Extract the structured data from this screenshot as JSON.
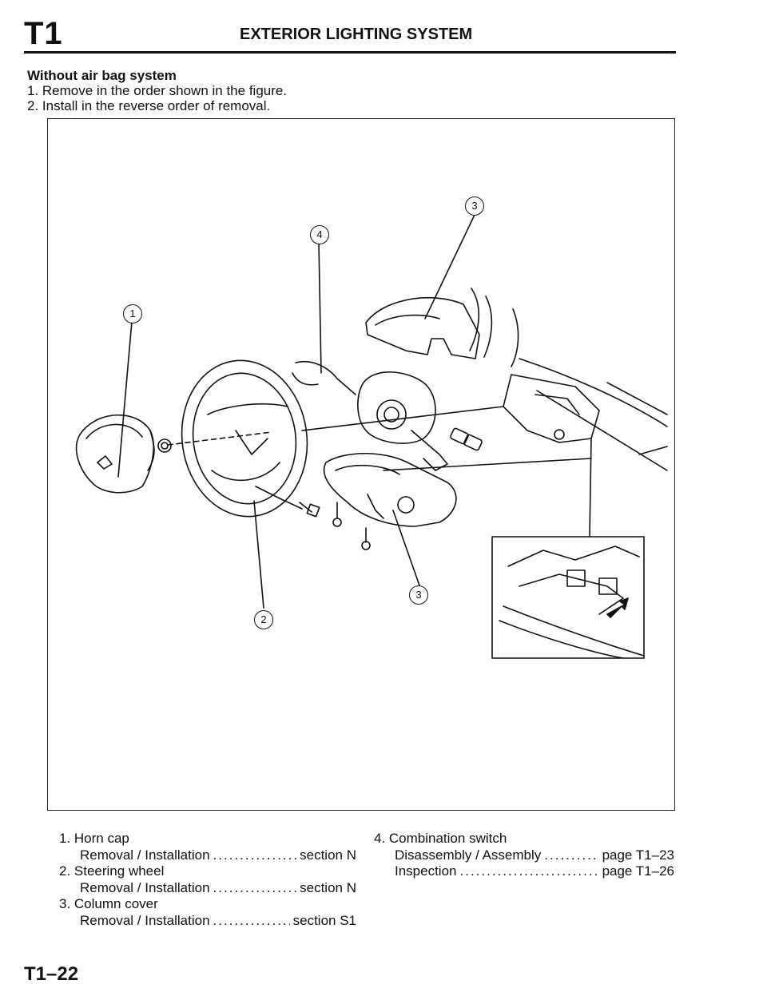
{
  "header": {
    "section_code": "T1",
    "title": "EXTERIOR LIGHTING SYSTEM"
  },
  "intro": {
    "heading": "Without air bag system",
    "steps": [
      "1. Remove in the order shown in the figure.",
      "2. Install in the reverse order of removal."
    ]
  },
  "figure": {
    "callouts": [
      "1",
      "2",
      "3",
      "3",
      "4"
    ]
  },
  "legend": {
    "left": [
      {
        "title": "1. Horn cap",
        "rows": [
          {
            "label": "Removal / Installation",
            "ref": "section N"
          }
        ]
      },
      {
        "title": "2. Steering wheel",
        "rows": [
          {
            "label": "Removal / Installation",
            "ref": "section N"
          }
        ]
      },
      {
        "title": "3. Column cover",
        "rows": [
          {
            "label": "Removal / Installation",
            "ref": "section S1"
          }
        ]
      }
    ],
    "right": [
      {
        "title": "4. Combination switch",
        "rows": [
          {
            "label": "Disassembly / Assembly",
            "ref": "page T1–23"
          },
          {
            "label": "Inspection",
            "ref": "page T1–26"
          }
        ]
      }
    ]
  },
  "footer": {
    "page_number": "T1–22"
  }
}
